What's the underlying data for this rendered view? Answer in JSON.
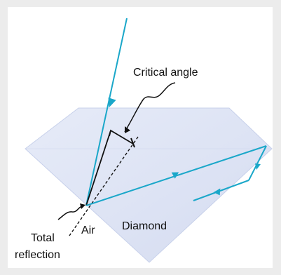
{
  "labels": {
    "critical_angle": "Critical angle",
    "total": "Total",
    "reflection": "reflection",
    "air": "Air",
    "diamond": "Diamond"
  },
  "colors": {
    "ray": "#1aa7c9",
    "diamond_fill": "#dfe5f6",
    "diamond_edge": "#c5cfe8",
    "line": "#111111",
    "frame": "#e9e9e9"
  }
}
